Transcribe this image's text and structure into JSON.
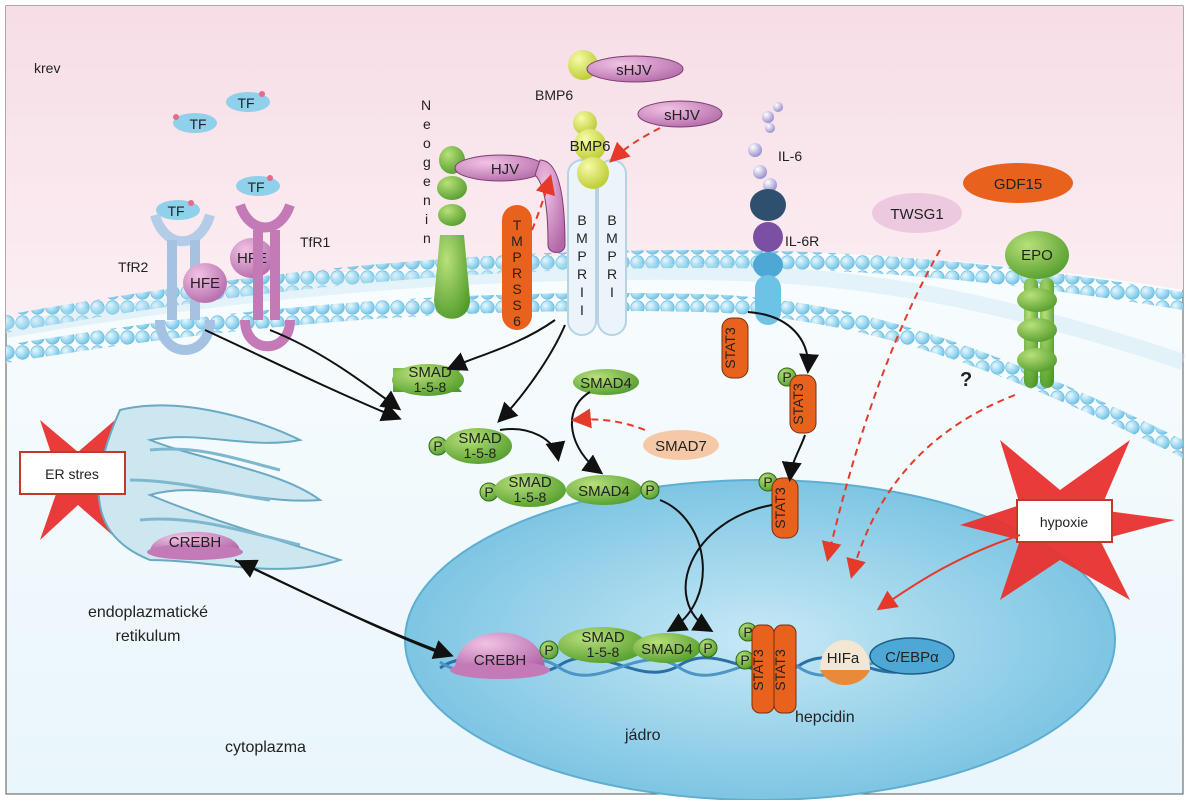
{
  "labels": {
    "blood": "krev",
    "cytoplasm": "cytoplazma",
    "nucleus": "jádro",
    "hepcidin": "hepcidin",
    "er_line1": "endoplazmatické",
    "er_line2": "retikulum"
  },
  "boxes": {
    "er_stress": "ER stres",
    "hypoxia": "hypoxie"
  },
  "molecules": {
    "tf": "TF",
    "tfr2": "TfR2",
    "tfr1": "TfR1",
    "hfe": "HFE",
    "neogenin_letters": [
      "N",
      "e",
      "o",
      "g",
      "e",
      "n",
      "i",
      "n"
    ],
    "hjv": "HJV",
    "shjv": "sHJV",
    "bmp6": "BMP6",
    "tmprss6_letters": [
      "T",
      "M",
      "P",
      "R",
      "S",
      "S",
      "6"
    ],
    "bmpr2_letters": [
      "B",
      "M",
      "P",
      "R",
      "I",
      "I"
    ],
    "bmpr1_letters": [
      "B",
      "M",
      "P",
      "R",
      "I"
    ],
    "il6": "IL-6",
    "il6r": "IL-6R",
    "twsg1": "TWSG1",
    "gdf15": "GDF15",
    "epo": "EPO",
    "question": "?",
    "smad158_line1": "SMAD",
    "smad158_line2": "1-5-8",
    "smad4": "SMAD4",
    "smad7": "SMAD7",
    "stat3": "STAT3",
    "p": "P",
    "crebh": "CREBH",
    "hifa": "HIFa",
    "cebpa": "C/EBPα"
  },
  "colors": {
    "blood_bg": "#f8e6ec",
    "membrane": "#8fd0ea",
    "nucleus": "#9cd3ea",
    "smad_green": "#6cb23a",
    "stat_orange": "#e8621e",
    "pink": "#c579b8",
    "yellow": "#d9e84a",
    "arrow_red": "#e53a2a",
    "star_red": "#e8312f"
  }
}
